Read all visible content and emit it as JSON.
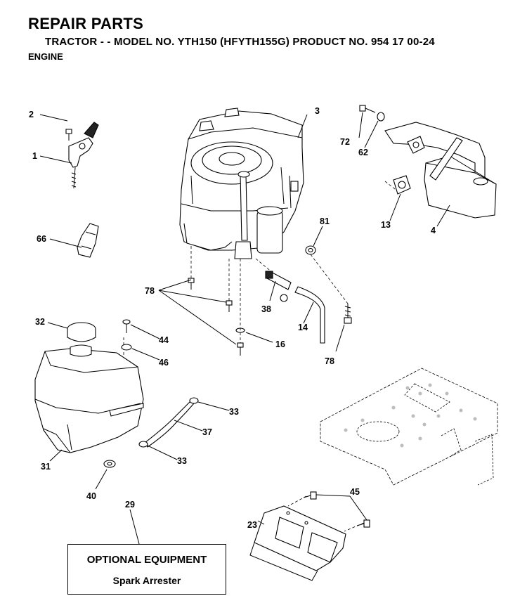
{
  "header": {
    "title": "REPAIR PARTS",
    "subtitle": "TRACTOR - - MODEL NO. YTH150 (HFYTH155G) PRODUCT NO. 954 17 00-24",
    "section": "ENGINE"
  },
  "callouts": {
    "c1": "1",
    "c2": "2",
    "c3": "3",
    "c4": "4",
    "c13": "13",
    "c14": "14",
    "c16": "16",
    "c23": "23",
    "c29": "29",
    "c31": "31",
    "c32": "32",
    "c33a": "33",
    "c33b": "33",
    "c37": "37",
    "c38": "38",
    "c40": "40",
    "c44": "44",
    "c45": "45",
    "c46": "46",
    "c62": "62",
    "c66": "66",
    "c72": "72",
    "c78a": "78",
    "c78b": "78",
    "c81": "81"
  },
  "optional_box": {
    "title": "OPTIONAL EQUIPMENT",
    "item": "Spark Arrester"
  }
}
